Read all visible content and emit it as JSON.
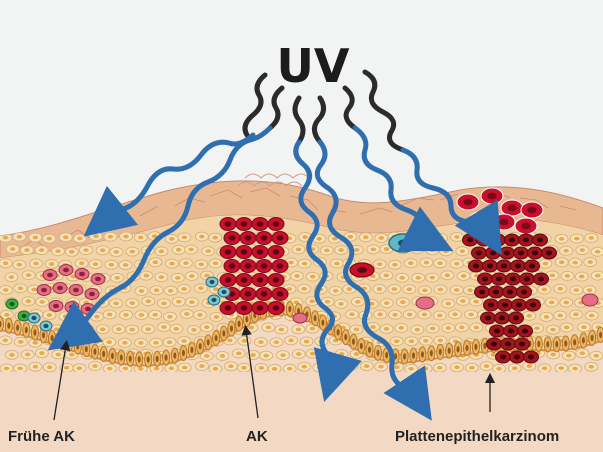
{
  "title": "UV",
  "labels": {
    "early_ak": "Frühe AK",
    "ak": "AK",
    "scc": "Plattenepithelkarzinom"
  },
  "colors": {
    "background": "#f2f3f3",
    "dermis": "#f3d9c4",
    "epidermis": "#f1d3a6",
    "stratum_corneum": "#e8b892",
    "basal_cells": "#e9a74f",
    "uv_dark": "#2b2b2b",
    "uv_blue": "#2f6fb0",
    "ak_cells": "#c8102e",
    "scc_cells": "#a4141f",
    "early_ak_cells": "#e56e86",
    "cyan_cells": "#7ec6d4",
    "green_cells": "#3fae49"
  }
}
